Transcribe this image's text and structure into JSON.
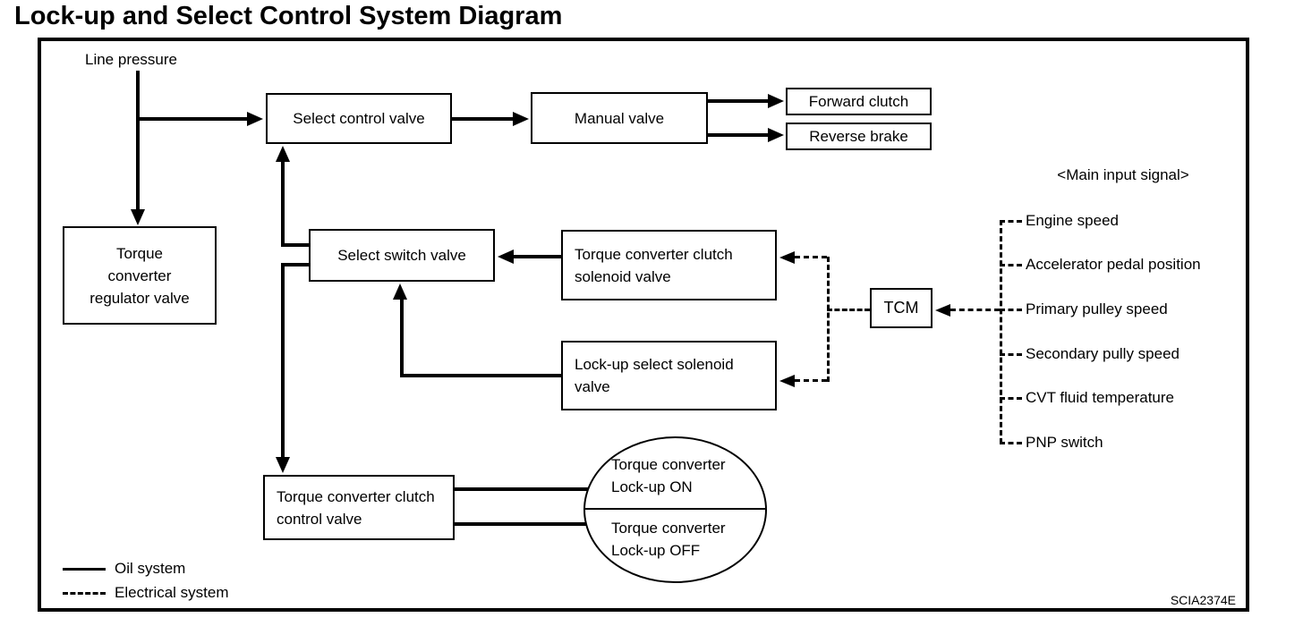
{
  "title": "Lock-up and Select Control System Diagram",
  "colors": {
    "ink": "#000000",
    "paper": "#ffffff"
  },
  "labels": {
    "line_pressure": "Line pressure",
    "main_input_signal": "<Main input signal>"
  },
  "boxes": {
    "select_control_valve": "Select control valve",
    "manual_valve": "Manual valve",
    "forward_clutch": "Forward clutch",
    "reverse_brake": "Reverse brake",
    "torque_converter_regulator_valve": "Torque\nconverter\nregulator valve",
    "select_switch_valve": "Select switch valve",
    "torque_converter_clutch_solenoid_valve": "Torque converter clutch\nsolenoid valve",
    "lock_up_select_solenoid_valve": "Lock-up select solenoid\nvalve",
    "tcm": "TCM",
    "torque_converter_clutch_control_valve": "Torque converter clutch\ncontrol valve"
  },
  "ellipse": {
    "top": "Torque converter\nLock-up ON",
    "bottom": "Torque converter\nLock-up OFF"
  },
  "main_input_signals": [
    "Engine speed",
    "Accelerator pedal position",
    "Primary pulley speed",
    "Secondary pully speed",
    "CVT fluid temperature",
    "PNP switch"
  ],
  "legend": {
    "oil": "Oil system",
    "electrical": "Electrical system"
  },
  "figure_code": "SCIA2374E"
}
